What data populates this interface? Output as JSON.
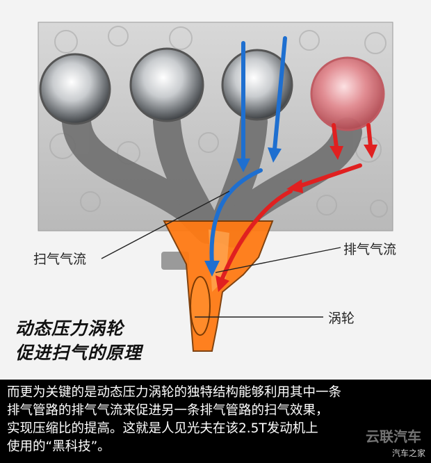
{
  "labels": {
    "scavenge_flow": "扫气气流",
    "exhaust_flow": "排气气流",
    "turbine": "涡轮"
  },
  "title": {
    "line1": "动态压力涡轮",
    "line2": "促进扫气的原理"
  },
  "caption": {
    "line1": "而更为关键的是动态压力涡轮的独特结构能够利用其中一条",
    "line2": "排气管路的排气气流来促进另一条排气管路的扫气效果，",
    "line3": "实现压缩比的提高。这就是人见光夫在该2.5T发动机上",
    "line4": "使用的“黑科技”。"
  },
  "watermark": {
    "brand": "云联汽车",
    "site": "汽车之家"
  },
  "colors": {
    "scavenge_arrow": "#1e6fd0",
    "exhaust_arrow": "#e02020",
    "turbine": "#ff7a14",
    "hot_cylinder": "#e07078"
  }
}
